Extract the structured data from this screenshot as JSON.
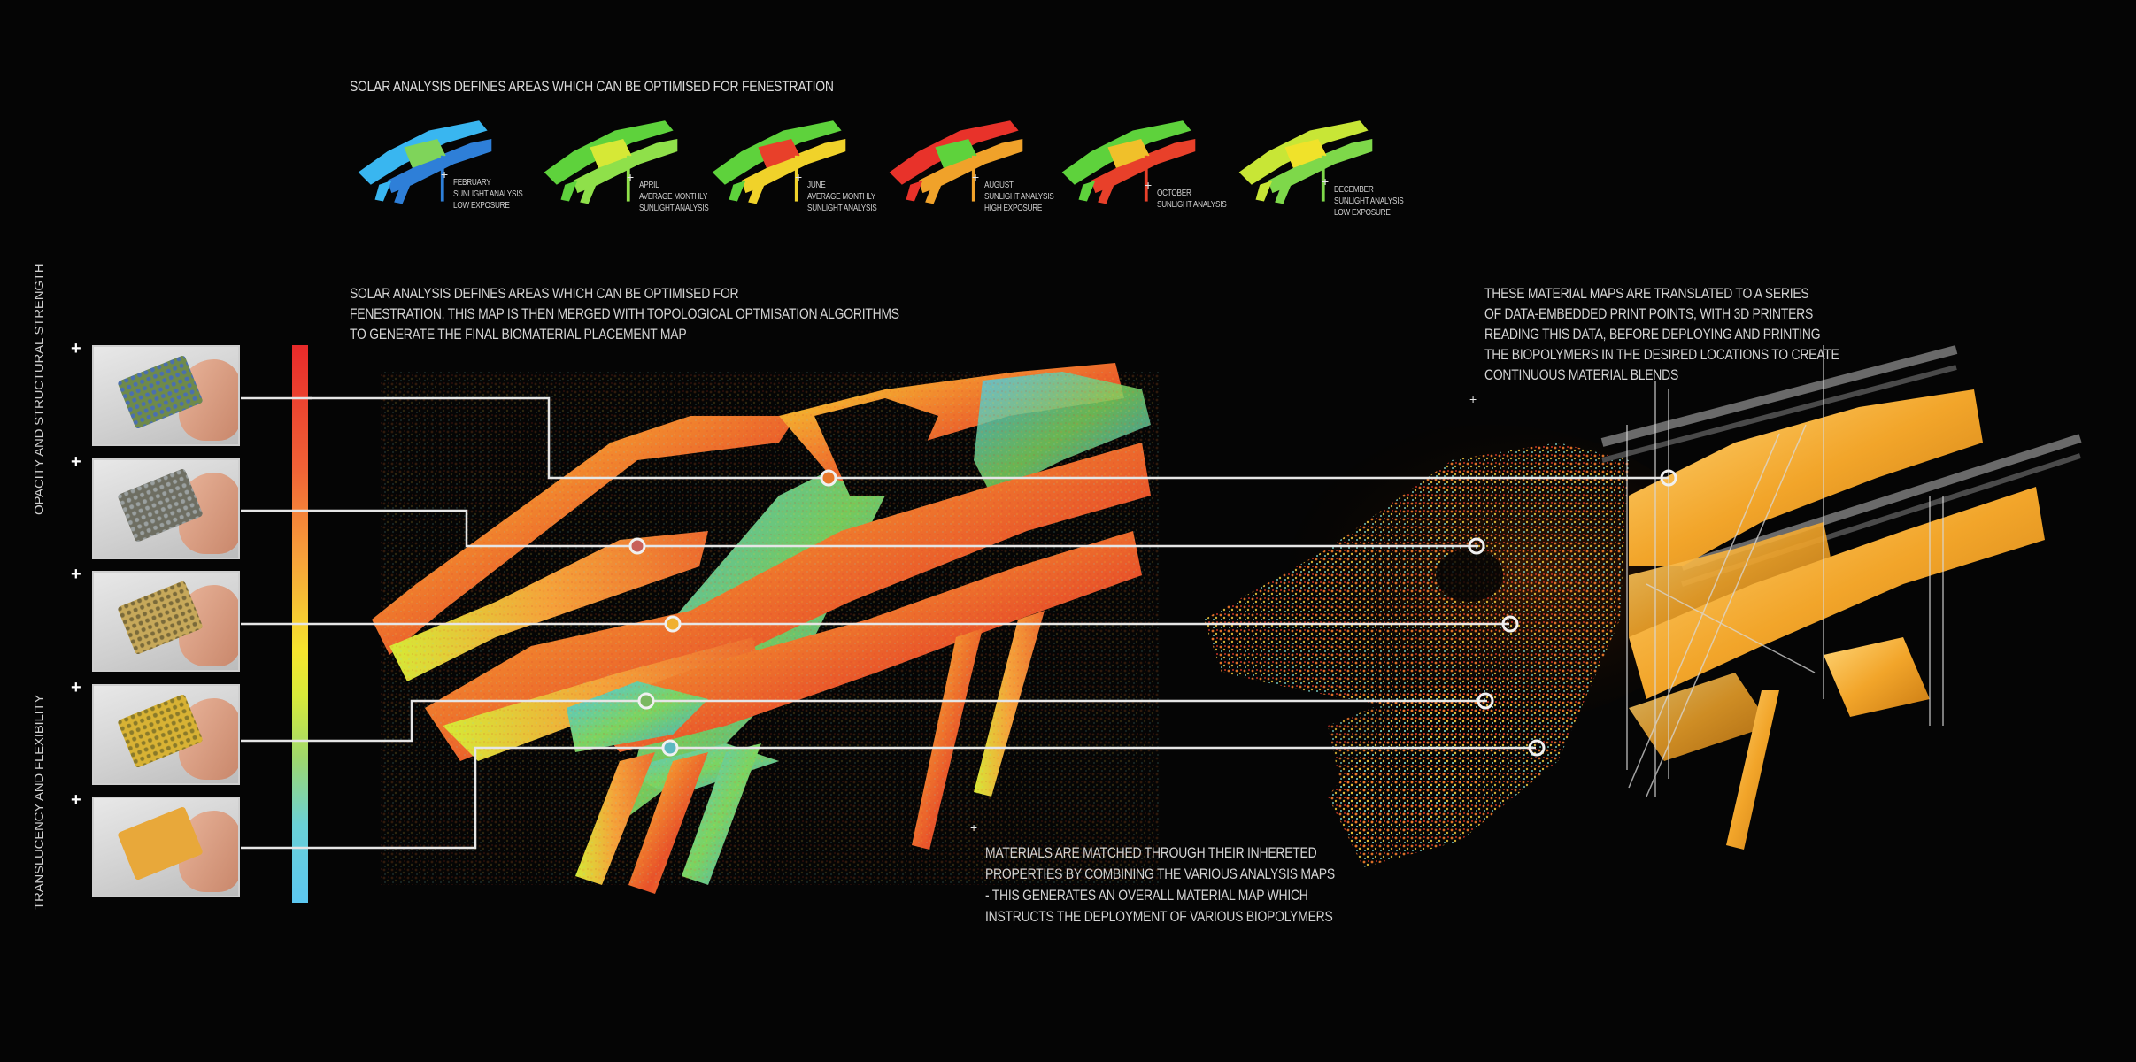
{
  "header": {
    "title": "SOLAR ANALYSIS DEFINES AREAS WHICH CAN BE OPTIMISED FOR FENESTRATION"
  },
  "solar_thumbnails": [
    {
      "month": "FEBRUARY",
      "lines": [
        "FEBRUARY",
        "SUNLIGHT ANALYSIS",
        "LOW EXPOSURE"
      ],
      "palette": [
        "#39b6f0",
        "#2e7fd8",
        "#7fd45a"
      ]
    },
    {
      "month": "APRIL",
      "lines": [
        "APRIL",
        "AVERAGE MONTHLY",
        "SUNLIGHT ANALYSIS"
      ],
      "palette": [
        "#5ed23c",
        "#8fe04a",
        "#d6e836"
      ]
    },
    {
      "month": "JUNE",
      "lines": [
        "JUNE",
        "AVERAGE MONTHLY",
        "SUNLIGHT ANALYSIS"
      ],
      "palette": [
        "#5ed23c",
        "#f0d22a",
        "#e8402a"
      ]
    },
    {
      "month": "AUGUST",
      "lines": [
        "AUGUST",
        "SUNLIGHT ANALYSIS",
        "HIGH EXPOSURE"
      ],
      "palette": [
        "#e8322a",
        "#f0a22a",
        "#5ed23c"
      ]
    },
    {
      "month": "OCTOBER",
      "lines": [
        "OCTOBER",
        "SUNLIGHT ANALYSIS"
      ],
      "palette": [
        "#5ed23c",
        "#e8402a",
        "#f0c02a"
      ]
    },
    {
      "month": "DECEMBER",
      "lines": [
        "DECEMBER",
        "SUNLIGHT ANALYSIS",
        "LOW EXPOSURE"
      ],
      "palette": [
        "#c8e636",
        "#7ed84a",
        "#f0e22a"
      ]
    }
  ],
  "axis_labels": {
    "top": "OPACITY AND STRUCTURAL STRENGTH",
    "bottom": "TRANSLUCENCY AND FLEXIBILITY"
  },
  "material_samples": [
    {
      "name": "sample-1-opaque",
      "color": "#6f8a4a",
      "speckle": "#4a6fb0"
    },
    {
      "name": "sample-2",
      "color": "#6e6e62",
      "speckle": "#9aa0a0"
    },
    {
      "name": "sample-3",
      "color": "#c6a85a",
      "speckle": "#7a6a3a"
    },
    {
      "name": "sample-4",
      "color": "#d8b234",
      "speckle": "#8a7a2a"
    },
    {
      "name": "sample-5-translucent",
      "color": "#e8a83a",
      "speckle": "#e8a83a"
    }
  ],
  "color_scale": {
    "stops": [
      "#e82a2a",
      "#f06236",
      "#f7a03a",
      "#f5e42e",
      "#9fd86c",
      "#5cc7f0"
    ]
  },
  "annotations": {
    "left_paragraph": [
      "SOLAR ANALYSIS DEFINES AREAS WHICH CAN BE OPTIMISED FOR",
      "FENESTRATION, THIS MAP IS THEN MERGED WITH TOPOLOGICAL OPTMISATION ALGORITHMS",
      "TO GENERATE THE FINAL BIOMATERIAL PLACEMENT MAP"
    ],
    "right_paragraph": [
      "THESE MATERIAL MAPS ARE TRANSLATED TO A SERIES",
      "OF DATA-EMBEDDED PRINT POINTS, WITH 3D PRINTERS",
      "READING THIS DATA, BEFORE DEPLOYING AND PRINTING",
      "THE BIOPOLYMERS IN THE DESIRED LOCATIONS TO CREATE",
      "CONTINUOUS MATERIAL BLENDS"
    ],
    "bottom_paragraph": [
      "MATERIALS ARE MATCHED THROUGH THEIR INHERETED",
      "PROPERTIES  BY COMBINING THE VARIOUS ANALYSIS MAPS",
      "- THIS GENERATES AN OVERALL MATERIAL MAP WHICH",
      "INSTRUCTS THE DEPLOYMENT OF VARIOUS BIOPOLYMERS"
    ]
  },
  "panels": {
    "material_map": "thermal-colored biomaterial placement map",
    "point_cloud": "data-embedded print points",
    "printed_structure": "printed biopolymer structure"
  }
}
